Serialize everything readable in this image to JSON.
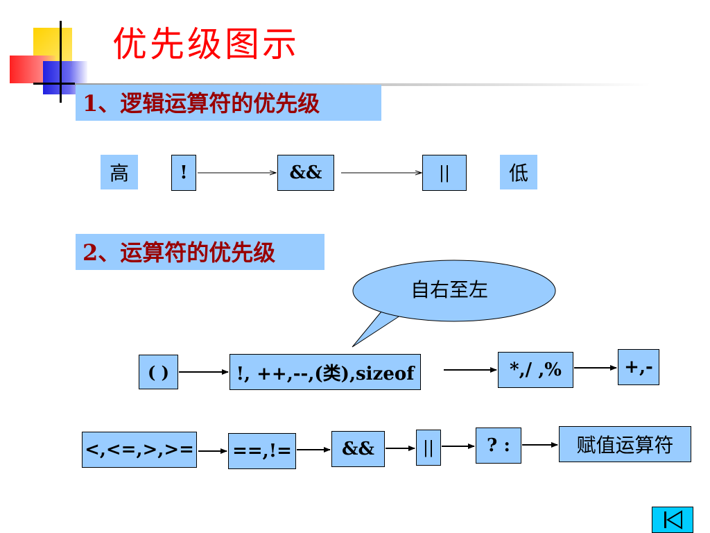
{
  "slide": {
    "title": "优先级图示",
    "heading1": "1、逻辑运算符的优先级",
    "heading2": "2、运算符的优先级"
  },
  "logic_row": {
    "high": "高",
    "not": "!",
    "and": "&&",
    "or": "||",
    "low": "低"
  },
  "bubble": {
    "text": "自右至左"
  },
  "precedence_row1": {
    "parens": "( )",
    "unary": "!, ++,--,(类),sizeof",
    "multiplicative": "*,/ ,%",
    "additive": "+,-"
  },
  "precedence_row2": {
    "relational": "<,<=,>,>=",
    "equality": "==,!=",
    "and": "&&",
    "or": "||",
    "conditional": "? :",
    "assignment": "赋值运算符"
  },
  "colors": {
    "box_fill": "#99ccff",
    "title": "#ff0000",
    "heading_text": "#990000",
    "nav_button": "#00ccff"
  },
  "icons": {
    "nav": "skip-to-start-icon"
  }
}
